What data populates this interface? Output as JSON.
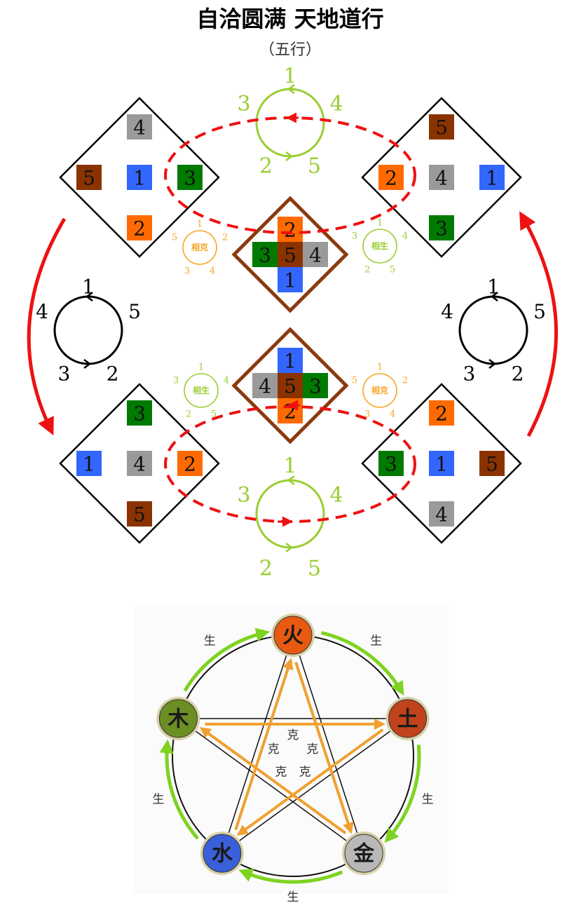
{
  "header": {
    "title": "自洽圆满 天地道行",
    "subtitle": "（五行）"
  },
  "colors": {
    "n1": "#3366ff",
    "n2": "#ff6a00",
    "n3": "#007a00",
    "n4": "#9a9a9a",
    "n5": "#8b3300",
    "green_cycle": "#9acd32",
    "orange_cycle": "#f5a623",
    "red": "#ee1111",
    "brown": "#8b3a0f"
  },
  "diamonds": {
    "top_left": {
      "top": "4",
      "left": "5",
      "center": "1",
      "right": "3",
      "bottom": "2"
    },
    "top_right": {
      "top": "5",
      "left": "2",
      "center": "4",
      "right": "1",
      "bottom": "3"
    },
    "bottom_left": {
      "top": "3",
      "left": "1",
      "center": "4",
      "right": "2",
      "bottom": "5"
    },
    "bottom_right": {
      "top": "2",
      "left": "3",
      "center": "1",
      "right": "5",
      "bottom": "4"
    },
    "center_top": {
      "top": "2",
      "left": "3",
      "center": "5",
      "right": "4",
      "bottom": "1"
    },
    "center_bottom": {
      "top": "1",
      "left": "4",
      "center": "5",
      "right": "3",
      "bottom": "2"
    }
  },
  "cycles": {
    "top_green": {
      "top": "1",
      "left": "3",
      "right": "4",
      "bottom_left": "2",
      "bottom_right": "5"
    },
    "bottom_green": {
      "top": "1",
      "left": "3",
      "right": "4",
      "bottom_left": "2",
      "bottom_right": "5"
    },
    "left_black": {
      "top": "1",
      "left": "4",
      "right": "5",
      "bottom_left": "3",
      "bottom_right": "2"
    },
    "right_black": {
      "top": "1",
      "left": "4",
      "right": "5",
      "bottom_left": "3",
      "bottom_right": "2"
    }
  },
  "mini_cycles": {
    "top_left_ke": {
      "label": "相克",
      "top": "1",
      "left": "5",
      "right": "2",
      "bottom_left": "3",
      "bottom_right": "4"
    },
    "top_right_sheng": {
      "label": "相生",
      "top": "1",
      "left": "3",
      "right": "4",
      "bottom_left": "2",
      "bottom_right": "5"
    },
    "bottom_left_sheng": {
      "label": "相生",
      "top": "1",
      "left": "3",
      "right": "4",
      "bottom_left": "2",
      "bottom_right": "5"
    },
    "bottom_right_ke": {
      "label": "相克",
      "top": "1",
      "left": "5",
      "right": "2",
      "bottom_left": "3",
      "bottom_right": "4"
    }
  },
  "wuxing": {
    "elements": [
      {
        "name": "火",
        "color": "#e85a12"
      },
      {
        "name": "土",
        "color": "#c0431c"
      },
      {
        "name": "金",
        "color": "#b8b8b8"
      },
      {
        "name": "水",
        "color": "#3a5fd8"
      },
      {
        "name": "木",
        "color": "#6b8f23"
      }
    ],
    "sheng_label": "生",
    "ke_label": "克"
  }
}
